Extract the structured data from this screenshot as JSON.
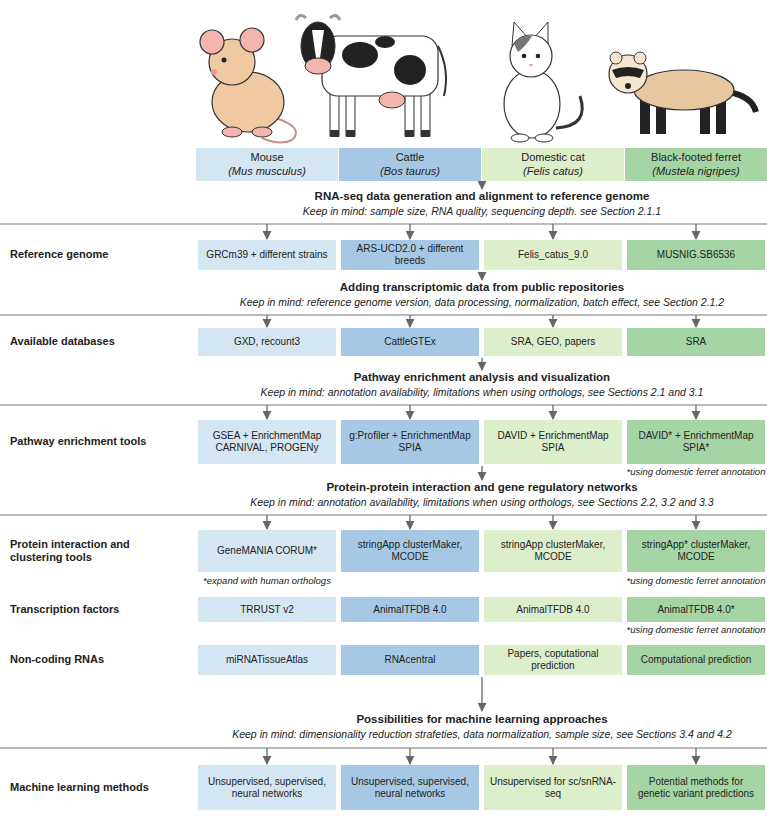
{
  "diagram": {
    "nodes": [
      {
        "text": [
          "Mouse",
          "(Mus musculus)"
        ]
      },
      {
        "text": [
          "Cattle",
          "(Bos taurus)"
        ]
      },
      {
        "text": [
          "Domestic cat",
          "(Felis catus)"
        ]
      },
      {
        "text": [
          "Black-footed ferret",
          "(Mustela nigripes)"
        ]
      },
      {
        "text": [
          "GRCm39 + different strains"
        ]
      },
      {
        "text": [
          "ARS-UCD2.0 + different breeds"
        ]
      },
      {
        "text": [
          "Felis_catus_9.0"
        ]
      },
      {
        "text": [
          "MUSNIG.SB6536"
        ]
      },
      {
        "text": [
          "GXD, recount3"
        ]
      },
      {
        "text": [
          "CattleGTEx"
        ]
      },
      {
        "text": [
          "SRA, GEO, papers"
        ]
      },
      {
        "text": [
          "SRA"
        ]
      },
      {
        "text": [
          "GSEA + EnrichmentMap CARNIVAL, PROGENy"
        ]
      },
      {
        "text": [
          "g:Profiler + EnrichmentMap SPIA"
        ]
      },
      {
        "text": [
          "DAVID + EnrichmentMap SPIA"
        ]
      },
      {
        "text": [
          "DAVID* + EnrichmentMap SPIA*"
        ]
      },
      {
        "text": [
          "GeneMANIA CORUM*"
        ]
      },
      {
        "text": [
          "stringApp clusterMaker, MCODE"
        ]
      },
      {
        "text": [
          "stringApp clusterMaker, MCODE"
        ]
      },
      {
        "text": [
          "stringApp* clusterMaker, MCODE"
        ]
      },
      {
        "text": [
          "TRRUST v2"
        ]
      },
      {
        "text": [
          "AnimalTFDB 4.0"
        ]
      },
      {
        "text": [
          "AnimalTFDB 4.0"
        ]
      },
      {
        "text": [
          "AnimalTFDB 4.0*"
        ]
      },
      {
        "text": [
          "miRNATissueAtlas"
        ]
      },
      {
        "text": [
          "RNAcentral"
        ]
      },
      {
        "text": [
          "Papers, coputational prediction"
        ]
      },
      {
        "text": [
          "Computational prediction"
        ]
      },
      {
        "text": [
          "Unsupervised, supervised, neural networks"
        ]
      },
      {
        "text": [
          "Unsupervised, supervised, neural networks"
        ]
      },
      {
        "text": [
          "Unsupervised for sc/snRNA-seq"
        ]
      },
      {
        "text": [
          "Potential methods for genetic variant predictions"
        ]
      }
    ],
    "labels": [
      "RNA-seq data generation and alignment to reference genome",
      "Keep in mind: sample size, RNA quality, sequencing depth. see Section 2.1.1",
      "Reference genome",
      "Adding transcriptomic data from public repositories",
      "Keep in mind: reference genome version, data processing, normalization, batch effect, see Section 2.1.2",
      "Available databases",
      "Pathway enrichment analysis and visualization",
      "Keep in mind: annotation availability, limitations when using orthologs, see Sections 2.1 and 3.1",
      "Pathway enrichment tools",
      "*using domestic ferret annotation",
      "Protein-protein interaction and gene regulatory networks",
      "Keep in mind: annotation availability, limitations when using orthologs, see Sections 2.2, 3.2 and 3.3",
      "Protein interaction and clustering tools",
      "*expand with human orthologs",
      "*using domestic ferret annotation",
      "Transcription factors",
      "*using domestic ferret annotation",
      "Non-coding RNAs",
      "Possibilities for machine learning approaches",
      "Keep in mind: dimensionality reduction strafeties, data normalization, sample size, see Sections 3.4 and 4.2",
      "Machine learning methods"
    ]
  }
}
